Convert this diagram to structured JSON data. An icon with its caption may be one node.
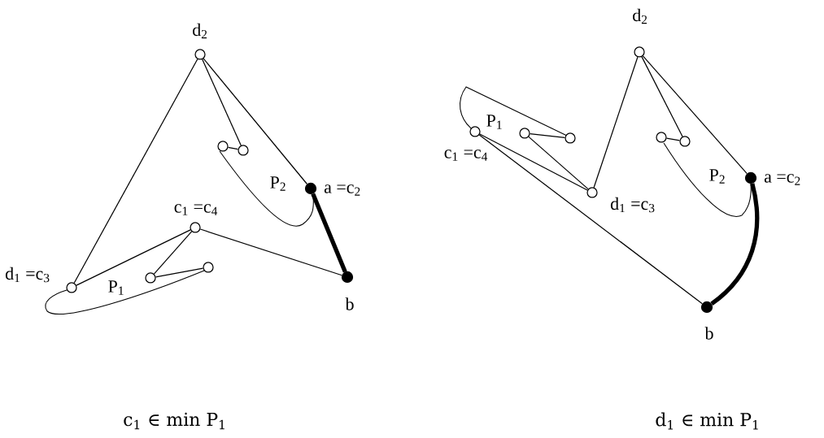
{
  "diagram": {
    "nodes": [
      {
        "text": [],
        "shape": "circle",
        "beside": [
          "d$_{2}$"
        ]
      },
      {
        "text": [],
        "shape": "circle"
      },
      {
        "text": [],
        "shape": "circle"
      },
      {
        "text": [],
        "shape": "dot",
        "beside": [
          "a =c$_{2}$"
        ]
      },
      {
        "text": [],
        "shape": "circle",
        "beside": [
          "c$_{1}$ =c$_{4}$"
        ]
      },
      {
        "text": [],
        "shape": "circle",
        "beside": [
          "d$_{1}$ =c$_{3}$"
        ]
      },
      {
        "text": [],
        "shape": "circle"
      },
      {
        "text": [],
        "shape": "circle"
      },
      {
        "text": [],
        "shape": "dot",
        "beside": [
          "b"
        ]
      },
      {
        "text": [],
        "shape": "circle",
        "beside": [
          "d$_{2}$"
        ]
      },
      {
        "text": [],
        "shape": "circle"
      },
      {
        "text": [],
        "shape": "circle"
      },
      {
        "text": [],
        "shape": "dot",
        "beside": [
          "a =c$_{2}$"
        ]
      },
      {
        "text": [],
        "shape": "circle",
        "beside": [
          "c$_{1}$ =c$_{4}$"
        ]
      },
      {
        "text": [],
        "shape": "circle"
      },
      {
        "text": [],
        "shape": "circle"
      },
      {
        "text": [],
        "shape": "circle",
        "beside": [
          "d$_{1}$ =c$_{3}$"
        ]
      },
      {
        "text": [],
        "shape": "dot",
        "beside": [
          "b"
        ]
      }
    ],
    "edges": [
      {
        "from": 0,
        "to": 2,
        "arrow": "none"
      },
      {
        "from": 1,
        "to": 2,
        "arrow": "none"
      },
      {
        "from": 0,
        "to": 3,
        "arrow": "none"
      },
      {
        "from": 0,
        "to": 5,
        "arrow": "none"
      },
      {
        "from": 5,
        "to": 4,
        "arrow": "none"
      },
      {
        "from": 4,
        "to": 6,
        "arrow": "none"
      },
      {
        "from": 6,
        "to": 7,
        "arrow": "none"
      },
      {
        "from": 4,
        "to": 8,
        "arrow": "none"
      },
      {
        "from": 3,
        "to": 8,
        "arrow": "none",
        "style": "thick"
      },
      {
        "from": 9,
        "to": 11,
        "arrow": "none"
      },
      {
        "from": 10,
        "to": 11,
        "arrow": "none"
      },
      {
        "from": 9,
        "to": 12,
        "arrow": "none"
      },
      {
        "from": 9,
        "to": 16,
        "arrow": "none"
      },
      {
        "from": 13,
        "to": 16,
        "arrow": "none"
      },
      {
        "from": 14,
        "to": 15,
        "arrow": "none"
      },
      {
        "from": 14,
        "to": 16,
        "arrow": "none"
      },
      {
        "from": 13,
        "to": 17,
        "arrow": "none"
      },
      {
        "from": 12,
        "to": 17,
        "arrow": "none",
        "style": "thick"
      }
    ],
    "labels": [
      "P$_{2}$",
      "P$_{1}$",
      "P$_{1}$",
      "P$_{2}$",
      "c$_{1}$ ∈ min P$_{1}$",
      "d$_{1}$ ∈ min P$_{1}$"
    ]
  }
}
